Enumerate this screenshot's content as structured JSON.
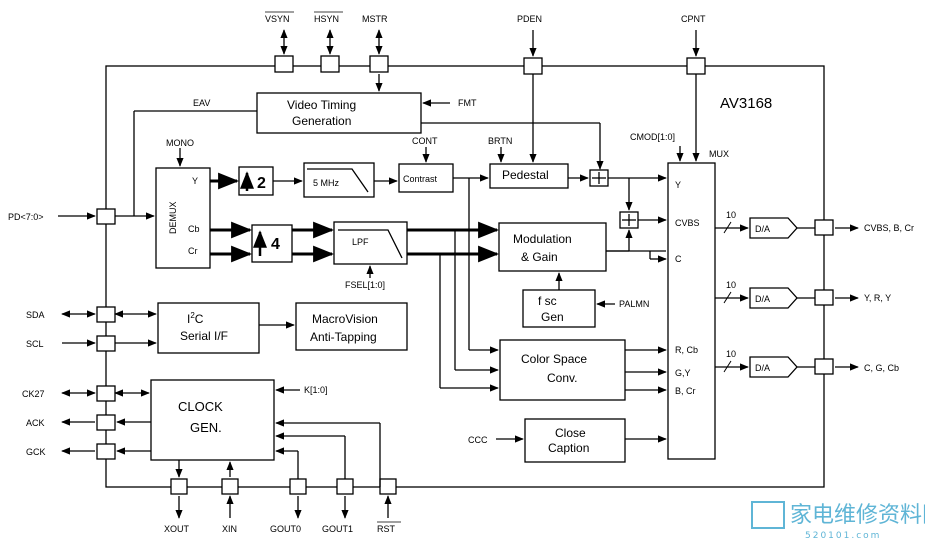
{
  "chip": {
    "name": "AV3168"
  },
  "pins": {
    "vsyn": "VSYN",
    "hsyn": "HSYN",
    "mstr": "MSTR",
    "pden": "PDEN",
    "cpnt": "CPNT",
    "pd": "PD<7:0>",
    "sda": "SDA",
    "scl": "SCL",
    "ck27": "CK27",
    "ack": "ACK",
    "gck": "GCK",
    "xout": "XOUT",
    "xin": "XIN",
    "gout0": "GOUT0",
    "gout1": "GOUT1",
    "rst": "RST",
    "cvbs_out": "CVBS, B, Cr",
    "yry_out": "Y, R, Y",
    "ccb_out": "C,  G,  Cb"
  },
  "signals": {
    "eav": "EAV",
    "fmt": "FMT",
    "mono": "MONO",
    "cont": "CONT",
    "brtn": "BRTN",
    "cmod": "CMOD[1:0]",
    "mux": "MUX",
    "fsel": "FSEL[1:0]",
    "palmn": "PALMN",
    "k": "K[1:0]",
    "ccc": "CCC",
    "bus_width": "10"
  },
  "blocks": {
    "vtg_line1": "Video Timing",
    "vtg_line2": "Generation",
    "demux": "DEMUX",
    "demux_y": "Y",
    "demux_cb": "Cb",
    "demux_cr": "Cr",
    "up2": "2",
    "up4": "4",
    "fivemhz": "5 MHz",
    "lpf": "LPF",
    "contrast": "Contrast",
    "pedestal": "Pedestal",
    "mod_line1": "Modulation",
    "mod_line2": "&     Gain",
    "fsc_line1": "f sc",
    "fsc_line2": "Gen",
    "i2c_line1": "I",
    "i2c_sup": "2",
    "i2c_c": "C",
    "i2c_line2": "Serial I/F",
    "mv_line1": "MacroVision",
    "mv_line2": "Anti-Tapping",
    "csc_line1": "Color Space",
    "csc_line2": "Conv.",
    "cc_line1": "Close",
    "cc_line2": "Caption",
    "clk_line1": "CLOCK",
    "clk_line2": "GEN.",
    "mux_y": "Y",
    "mux_cvbs": "CVBS",
    "mux_c": "C",
    "mux_rcb": "R, Cb",
    "mux_gy": "G,Y",
    "mux_bcr": "B, Cr",
    "da": "D/A"
  },
  "watermark": {
    "text": "家电维修资料网",
    "url": "520101.com"
  }
}
